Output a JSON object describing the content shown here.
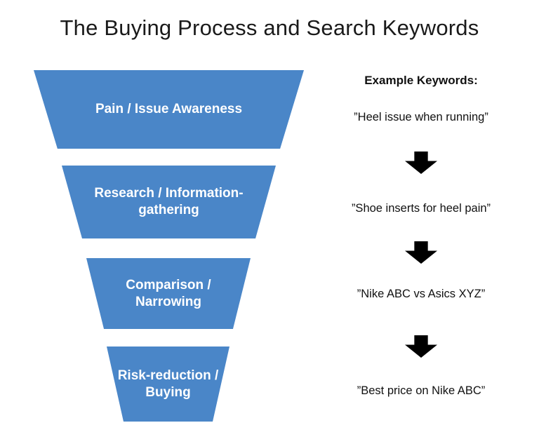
{
  "title": "The Buying Process and Search Keywords",
  "funnel": {
    "fill_color": "#4a86c8",
    "text_color": "#ffffff",
    "stages": [
      {
        "label": "Pain / Issue Awareness"
      },
      {
        "label": "Research / Information-gathering"
      },
      {
        "label": "Comparison / Narrowing"
      },
      {
        "label": "Risk-reduction / Buying"
      }
    ]
  },
  "keywords": {
    "header": "Example Keywords:",
    "arrow_color": "#000000",
    "items": [
      {
        "text": "”Heel issue when running”"
      },
      {
        "text": "”Shoe inserts for heel pain”"
      },
      {
        "text": "”Nike ABC vs Asics XYZ”"
      },
      {
        "text": "”Best price on Nike ABC”"
      }
    ]
  }
}
